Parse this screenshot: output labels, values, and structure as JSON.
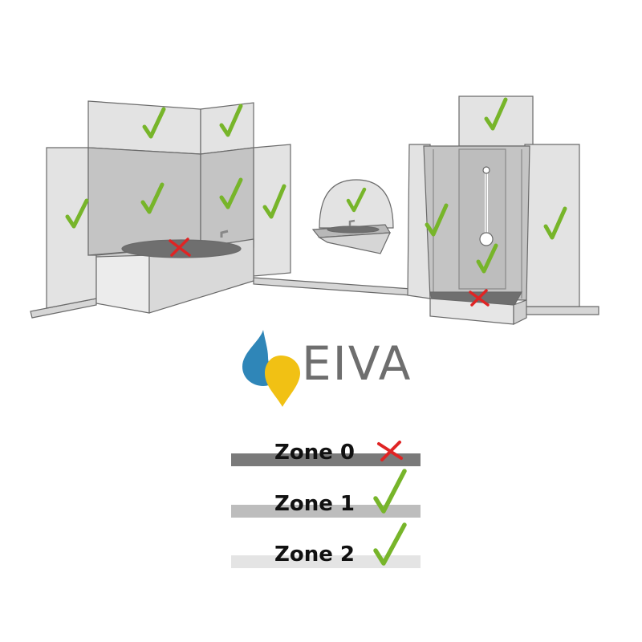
{
  "logo": {
    "text": "EIVA",
    "colors": {
      "blue_drop": "#2f86b8",
      "yellow_drop": "#f1c114",
      "text": "#6e6e6e"
    }
  },
  "legend": [
    {
      "label": "Zone 0",
      "mark": "cross-icon",
      "bar_color": "#7a7a7a"
    },
    {
      "label": "Zone 1",
      "mark": "check-icon",
      "bar_color": "#bdbdbd"
    },
    {
      "label": "Zone 2",
      "mark": "check-icon",
      "bar_color": "#e4e4e4"
    }
  ],
  "colors": {
    "check": "#77b52a",
    "cross": "#e02424",
    "zone0": "#6f6f6f",
    "zone1": "#c6c6c6",
    "zone2": "#e2e2e2",
    "outline": "#6a6a6a"
  }
}
